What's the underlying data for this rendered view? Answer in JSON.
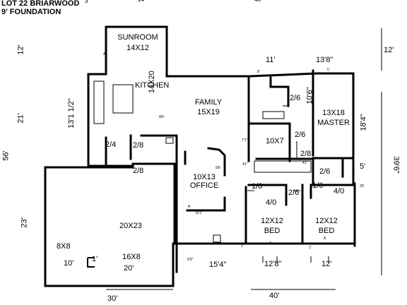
{
  "header": {
    "line1": "LOT 22 BRIARWOOD",
    "line2": "9' FOUNDATION"
  },
  "rooms": {
    "sunroom": {
      "name": "SUNROOM",
      "size": "14X12"
    },
    "kitchen": {
      "name": "KITCHEN",
      "size": "14X20"
    },
    "family": {
      "name": "FAMILY",
      "size": "15X19"
    },
    "master": {
      "name": "13X18",
      "size": "MASTER"
    },
    "closet": {
      "size": "10X7"
    },
    "office": {
      "name": "10X13",
      "size": "OFFICE"
    },
    "garage": {
      "size": "20X23"
    },
    "storage": {
      "size": "8X8"
    },
    "garage_bay": {
      "size": "16X8"
    },
    "bed1": {
      "name": "12X12",
      "size": "BED"
    },
    "bed2": {
      "name": "12X12",
      "size": "BED"
    }
  },
  "dimensions": {
    "top_a": "3",
    "top_b": "14",
    "top_c": "48",
    "d_11": "11'",
    "d_13_8": "13'8\"",
    "d_12_right": "12'",
    "left_12": "12'",
    "left_21": "21'",
    "left_56": "56'",
    "left_23": "23'",
    "d_13_1_2": "13'1 1/2\"",
    "d_10_6": "10'6\"",
    "d_18_4": "18'4\"",
    "right_39_6": "39'6\"",
    "d_5": "5'",
    "d_10": "10'",
    "d_1": "1'",
    "d_20": "20'",
    "d_15_4": "15'4\"",
    "d_12_8": "12'8\"",
    "d_12_bottom": "12'",
    "bottom_30": "30'",
    "bottom_40": "40'"
  },
  "doors": {
    "door_2_6_a": "2/6",
    "door_2_6_b": "2/6",
    "door_2_8_a": "2/8",
    "door_2_4": "2/4",
    "door_2_8_b": "2/8",
    "door_2_8_c": "2/8",
    "door_2_6_c": "2/6",
    "door_1_6_a": "1/6",
    "door_4_0_a": "4/0",
    "door_2_6_d": "2/6",
    "door_1_6_b": "1/6",
    "door_4_0_b": "4/0"
  },
  "marks": {
    "a1": "A",
    "a2": "A",
    "a3": "A",
    "a4": "A",
    "c1": "C",
    "n40": "4/0",
    "n50": "5/0",
    "n25": "25'",
    "n41a": "41\"",
    "n41b": "41\"",
    "n71": "7'1\"",
    "n8": "8'",
    "n101": "10'1\"",
    "n60": "6'0\"",
    "n1": "1'",
    "n2": "1'"
  }
}
